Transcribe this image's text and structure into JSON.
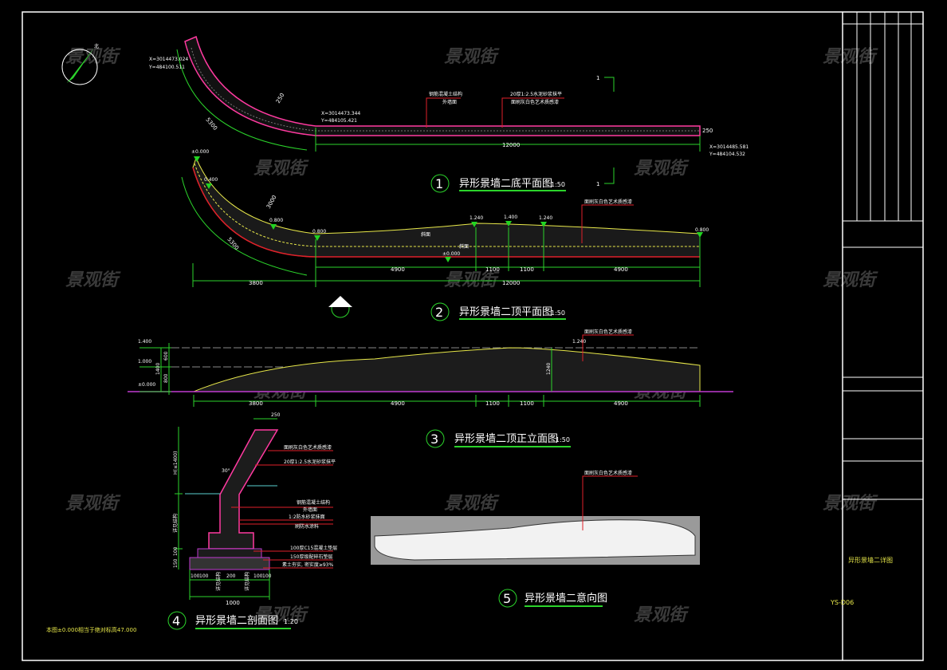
{
  "watermark": "景观街",
  "colors": {
    "background": "#000000",
    "frame": "#ffffff",
    "dimension": "#2bd32b",
    "outline": "#ff3aa0",
    "leader": "#e0202a",
    "elevation_marker": "#22d322",
    "note": "#e8e84a"
  },
  "north_arrow": {
    "label": "北"
  },
  "drawing1": {
    "number": "1",
    "title": "异形景墙二底平面图",
    "scale": "1:50",
    "coord_start": [
      "X=3014473.024",
      "Y=484100.511"
    ],
    "coord_mid": [
      "X=3014473.344",
      "Y=484105.421"
    ],
    "coord_end": [
      "X=3014485.581",
      "Y=484104.532"
    ],
    "arc_length": "5300",
    "width_dim": "250",
    "thickness": "250",
    "length": "12000",
    "notes": [
      "钢筋混凝土结构",
      "外墙面",
      "20厚1:2.5水泥砂浆抹平",
      "面刷灰白色艺术质感漆"
    ],
    "section_mark": "1"
  },
  "drawing2": {
    "number": "2",
    "title": "异形景墙二顶平面图",
    "scale": "1:50",
    "elevations": [
      "±0.000",
      "0.400",
      "0.800",
      "0.800",
      "1.240",
      "1.400",
      "1.240",
      "0.800",
      "±0.000"
    ],
    "arc_length": "5300",
    "arc_dim": "3000",
    "dims": [
      "3800",
      "4900",
      "1100",
      "1100",
      "4900"
    ],
    "total": "12000",
    "labels": [
      "斜面",
      "斜面"
    ],
    "note": "面刷灰白色艺术质感漆"
  },
  "drawing3": {
    "number": "3",
    "title": "异形景墙二顶正立面图",
    "scale": "1:50",
    "levels": [
      "1.400",
      "1.000",
      "±0.000"
    ],
    "level_right": "1.240",
    "vdims": [
      "600",
      "800",
      "1400"
    ],
    "height_dim": "1240",
    "dims": [
      "3800",
      "4900",
      "1100",
      "1100",
      "4900"
    ],
    "note": "面刷灰白色艺术质感漆"
  },
  "drawing4": {
    "number": "4",
    "title": "异形景墙二剖面图",
    "scale": "1:20",
    "top_dim": "250",
    "angle": "30°",
    "height_label": "H(≤1400)",
    "depth_label": "详见结构",
    "base_dims": [
      "150",
      "100"
    ],
    "notes": [
      "面刷灰白色艺术质感漆",
      "20厚1:2.5水泥砂浆抹平",
      "钢筋混凝土结构",
      "外墙面",
      "1:2防水砂浆抹面",
      "刷防水涂料",
      "100厚C15混凝土垫层",
      "150厚级配碎石垫层",
      "素土夯实, 密实度≥93%"
    ],
    "bottom_dims": [
      "100",
      "100",
      "详见结构",
      "200",
      "详见结构",
      "100",
      "100"
    ],
    "total": "1000"
  },
  "drawing5": {
    "number": "5",
    "title": "异形景墙二意向图",
    "note": "面刷灰白色艺术质感漆"
  },
  "footnote": "本图±0.000相当于绝对标高47.000",
  "title_block": {
    "drawing_name": "异形景墙二详图",
    "drawing_no": "YS-D06"
  }
}
